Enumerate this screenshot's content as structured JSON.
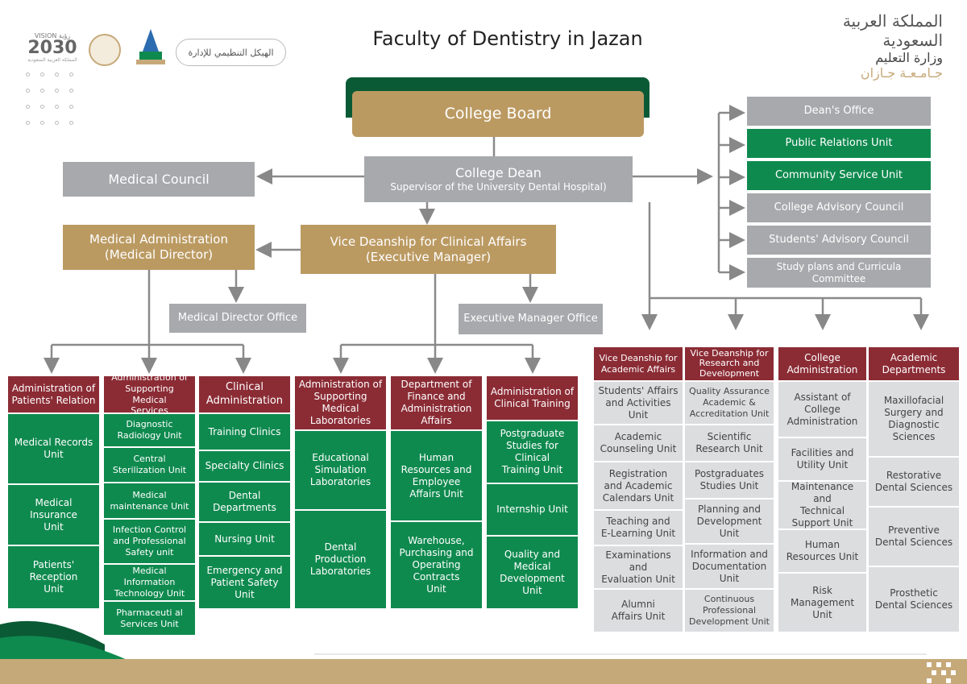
{
  "header": {
    "title": "Faculty of Dentistry in Jazan",
    "vision_label": "VISION رؤية",
    "vision_year": "2030",
    "vision_sub": "المملكة العربية السعودية",
    "pill_text": "الهيكل التنظيمي للإدارة",
    "kingdom_text": "المملكة العربية السعودية",
    "ministry_text": "وزارة التعليم",
    "university_text": "جـامـعـة جـازان"
  },
  "top": {
    "board": "College Board",
    "dean": "College Dean",
    "dean_sub": "Supervisor of the University Dental Hospital)",
    "medical_council": "Medical Council",
    "med_admin": "Medical Administration\n(Medical Director)",
    "vice_clinical": "Vice Deanship for Clinical Affairs\n(Executive Manager)",
    "med_director_office": "Medical Director Office",
    "exec_manager_office": "Executive Manager Office"
  },
  "right_list": [
    "Dean's Office",
    "Public Relations Unit",
    "Community Service Unit",
    "College Advisory Council",
    "Students' Advisory Council",
    "Study plans and Curricula\nCommittee"
  ],
  "columns": {
    "patients": {
      "head": "Administration of\nPatients' Relation",
      "items": [
        "Medical Records\nUnit",
        "Medical\nInsurance\nUnit",
        "Patients'\nReception\nUnit"
      ]
    },
    "supporting": {
      "head": "Administration of\nSupporting Medical\nServices",
      "items": [
        "Diagnostic\nRadiology Unit",
        "Central\nSterilization Unit",
        "Medical\nmaintenance Unit",
        "Infection Control\nand Professional\nSafety unit",
        "Medical\nInformation\nTechnology Unit",
        "Pharmaceuti al\nServices Unit"
      ]
    },
    "clinical": {
      "head": "Clinical\nAdministration",
      "items": [
        "Training Clinics",
        "Specialty Clinics",
        "Dental\nDepartments",
        "Nursing Unit",
        "Emergency and\nPatient Safety\nUnit"
      ]
    },
    "labs": {
      "head": "Administration of\nSupporting\nMedical\nLaboratories",
      "items": [
        "Educational\nSimulation\nLaboratories",
        "Dental\nProduction\nLaboratories"
      ]
    },
    "finance": {
      "head": "Department of\nFinance and\nAdministration\nAffairs",
      "items": [
        "Human\nResources and\nEmployee\nAffairs Unit",
        "Warehouse,\nPurchasing and\nOperating\nContracts\nUnit"
      ]
    },
    "training": {
      "head": "Administration of\nClinical Training",
      "items": [
        "Postgraduate\nStudies for\nClinical\nTraining Unit",
        "Internship Unit",
        "Quality and\nMedical\nDevelopment\nUnit"
      ]
    },
    "academic": {
      "head": "Vice Deanship for\nAcademic Affairs",
      "items": [
        "Students' Affairs\nand Activities\nUnit",
        "Academic\nCounseling Unit",
        "Registration\nand Academic\nCalendars Unit",
        "Teaching and\nE-Learning Unit",
        "Examinations and\nEvaluation Unit",
        "Alumni\nAffairs Unit"
      ]
    },
    "research": {
      "head": "Vice Deanship for\nResearch and\nDevelopment",
      "items": [
        "Quality Assurance\nAcademic &\nAccreditation Unit",
        "Scientific\nResearch Unit",
        "Postgraduates\nStudies Unit",
        "Planning and\nDevelopment\nUnit",
        "Information and\nDocumentation\nUnit",
        "Continuous\nProfessional\nDevelopment Unit"
      ]
    },
    "college_admin": {
      "head": "College\nAdministration",
      "items": [
        "Assistant of\nCollege\nAdministration",
        "Facilities and\nUtility Unit",
        "Maintenance and\nTechnical\nSupport Unit",
        "Human\nResources Unit",
        "Risk\nManagement\nUnit"
      ]
    },
    "departments": {
      "head": "Academic\nDepartments",
      "items": [
        "Maxillofacial\nSurgery and\nDiagnostic\nSciences",
        "Restorative\nDental Sciences",
        "Preventive\nDental Sciences",
        "Prosthetic\nDental Sciences"
      ]
    }
  },
  "colors": {
    "gold": "#bb9a62",
    "gray": "#a7a9ac",
    "green": "#0f8a4f",
    "maroon": "#8b2c35",
    "dark_green": "#0b5a36"
  }
}
